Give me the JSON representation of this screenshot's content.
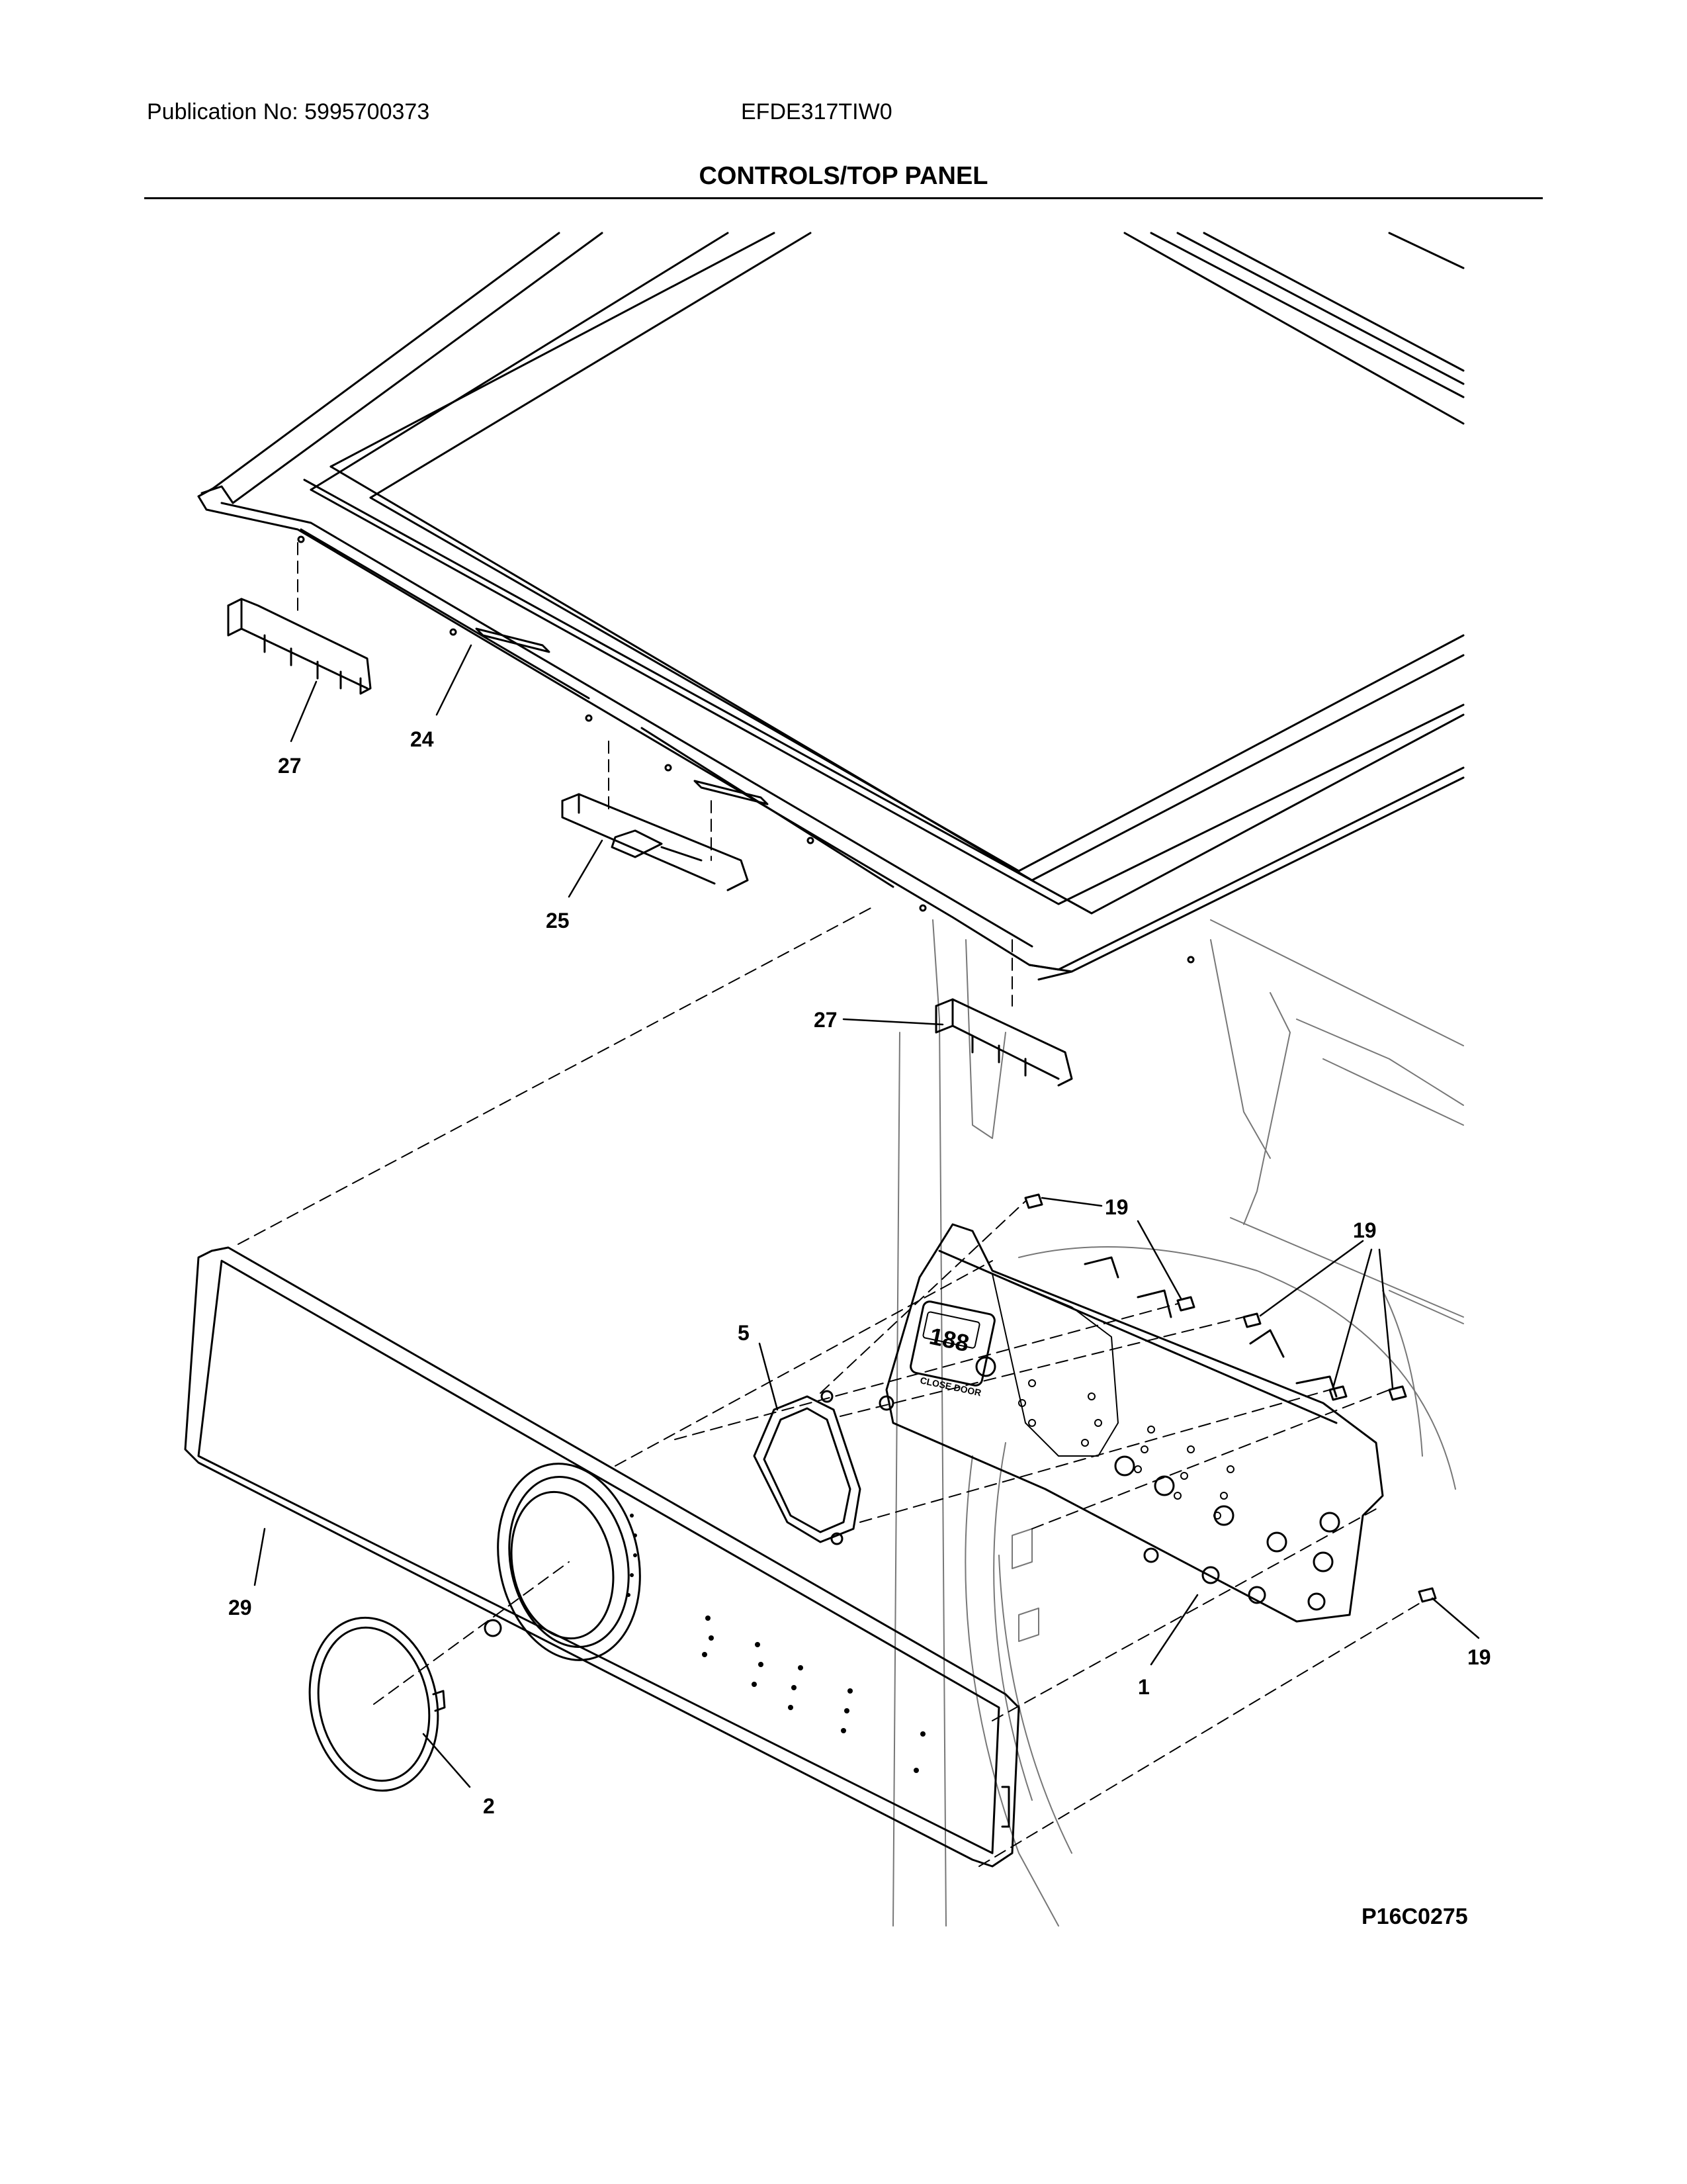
{
  "header": {
    "publication": "Publication No: 5995700373",
    "model": "EFDE317TIW0",
    "title": "CONTROLS/TOP PANEL"
  },
  "callouts": {
    "c27a": "27",
    "c24": "24",
    "c25": "25",
    "c27b": "27",
    "c19a": "19",
    "c19b": "19",
    "c19c": "19",
    "c5": "5",
    "c29": "29",
    "c1": "1",
    "c2": "2"
  },
  "display_text": {
    "digits": "188",
    "close_door": "CLOSE DOOR"
  },
  "diagram_code": "P16C0275"
}
